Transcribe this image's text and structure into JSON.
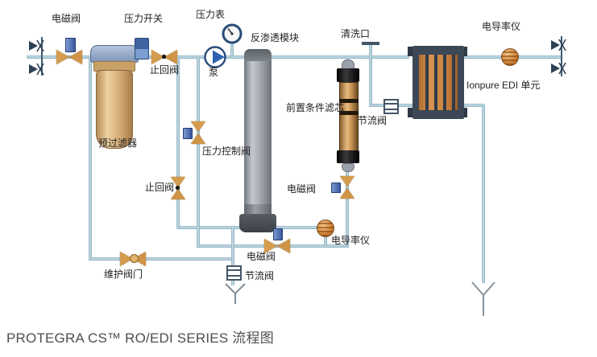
{
  "caption": "PROTEGRA CS™ RO/EDI SERIES 流程图",
  "labels": {
    "inlet_solenoid_valve": "电磁阀",
    "pressure_switch": "压力开关",
    "pressure_gauge": "压力表",
    "ro_module": "反渗透模块",
    "cleaning_port": "清洗口",
    "conductivity_meter_top": "电导率仪",
    "edi_unit": "Ionpure EDI 单元",
    "check_valve_top": "止回阀",
    "pump": "泵",
    "prefilter": "预过滤器",
    "pressure_control_valve": "压力控制阀",
    "throttle_valve_top": "节流阀",
    "precondition_cartridge": "前置条件滤芯",
    "check_valve_mid": "止回阀",
    "solenoid_valve_cartridge": "电磁阀",
    "solenoid_valve_drain": "电磁阀",
    "conductivity_meter_bottom": "电导率仪",
    "throttle_valve_drain": "节流阀",
    "maintenance_valve": "维护阀门"
  },
  "colors": {
    "pipe": "#a9c9d6",
    "valve_body": "#d59c4e",
    "actuator_blue": "#3a57a0",
    "symbol_navy": "#2e4154",
    "edi_orange": "#c9823f",
    "frame_dark": "#3c4856",
    "meter_orange": "#d2853a",
    "ro_gray": "#9aa0a4"
  }
}
